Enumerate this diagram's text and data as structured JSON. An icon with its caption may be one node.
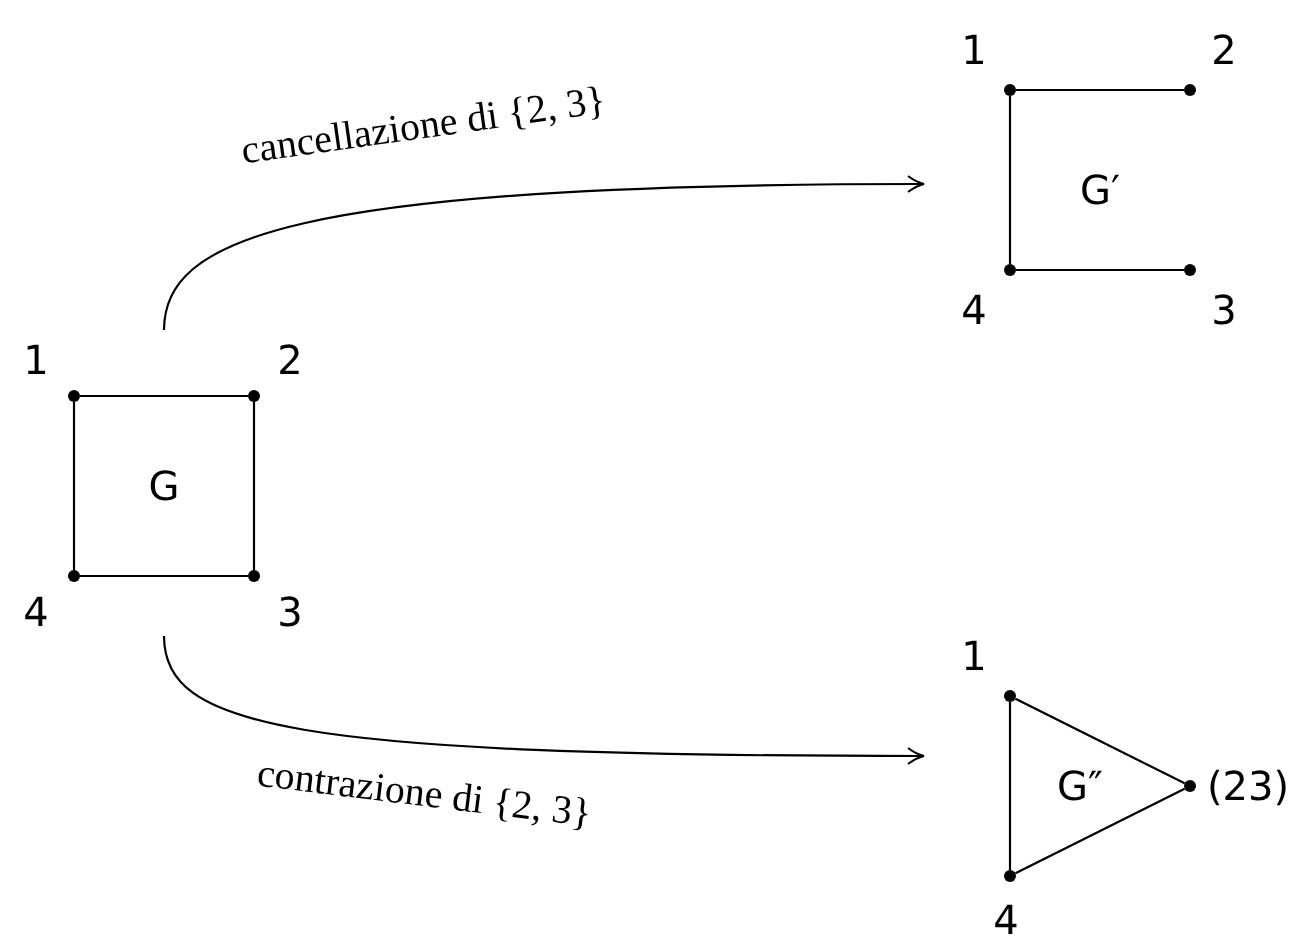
{
  "diagram": {
    "nodes": [
      {
        "text": [
          "G"
        ]
      },
      {
        "text": [],
        "shape": "circle",
        "beside": [
          "1"
        ],
        "in": 0
      },
      {
        "text": [],
        "shape": "circle",
        "beside": [
          "2"
        ],
        "in": 0
      },
      {
        "text": [],
        "shape": "circle",
        "beside": [
          "3"
        ],
        "in": 0
      },
      {
        "text": [],
        "shape": "circle",
        "beside": [
          "4"
        ],
        "in": 0
      },
      {
        "text": [
          "G′"
        ]
      },
      {
        "text": [],
        "shape": "circle",
        "beside": [
          "1"
        ],
        "in": 5
      },
      {
        "text": [],
        "shape": "circle",
        "beside": [
          "2"
        ],
        "in": 5
      },
      {
        "text": [],
        "shape": "circle",
        "beside": [
          "3"
        ],
        "in": 5
      },
      {
        "text": [],
        "shape": "circle",
        "beside": [
          "4"
        ],
        "in": 5
      },
      {
        "text": [
          "G″"
        ]
      },
      {
        "text": [],
        "shape": "circle",
        "beside": [
          "1"
        ],
        "in": 10
      },
      {
        "text": [],
        "shape": "circle",
        "beside": [
          "(23)"
        ],
        "in": 10
      },
      {
        "text": [],
        "shape": "circle",
        "beside": [
          "4"
        ],
        "in": 10
      }
    ],
    "edges": [
      {
        "from": 1,
        "to": 2,
        "arrow": "none"
      },
      {
        "from": 2,
        "to": 3,
        "arrow": "none"
      },
      {
        "from": 3,
        "to": 4,
        "arrow": "none"
      },
      {
        "from": 4,
        "to": 1,
        "arrow": "none"
      },
      {
        "from": 6,
        "to": 7,
        "arrow": "none"
      },
      {
        "from": 6,
        "to": 9,
        "arrow": "none"
      },
      {
        "from": 9,
        "to": 8,
        "arrow": "none"
      },
      {
        "from": 11,
        "to": 12,
        "arrow": "none"
      },
      {
        "from": 12,
        "to": 13,
        "arrow": "none"
      },
      {
        "from": 13,
        "to": 11,
        "arrow": "none"
      },
      {
        "from": 0,
        "to": 5,
        "arrow": "to",
        "label": "cancellazione di {2, 3}"
      },
      {
        "from": 0,
        "to": 10,
        "arrow": "to",
        "label": "contrazione di {2, 3}"
      }
    ]
  }
}
